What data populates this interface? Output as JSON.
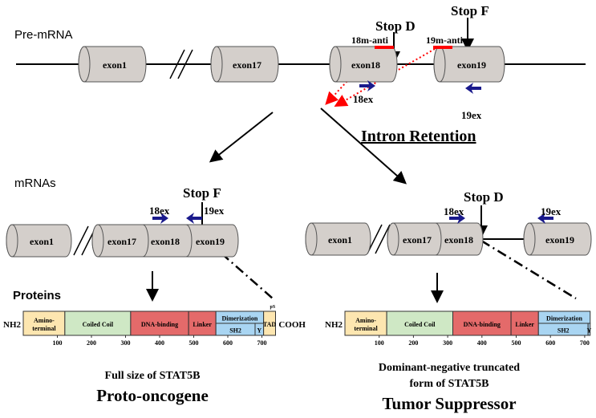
{
  "labels": {
    "pre_mrna": "Pre-mRNA",
    "mrnas": "mRNAs",
    "proteins": "Proteins",
    "intron_retention": "Intron Retention"
  },
  "pre_mrna": {
    "exons": [
      "exon1",
      "exon17",
      "exon18",
      "exon19"
    ],
    "stop_d": "Stop D",
    "stop_f": "Stop F",
    "probe_18": "18m-anti",
    "probe_19": "19m-anti",
    "primer_18": "18ex",
    "primer_19": "19ex"
  },
  "left": {
    "exons": [
      "exon1",
      "exon17",
      "exon18",
      "exon19"
    ],
    "stop": "Stop F",
    "primer_18": "18ex",
    "primer_19": "19ex",
    "caption1": "Full size of STAT5B",
    "caption2": "Proto-oncogene"
  },
  "right": {
    "exons": [
      "exon1",
      "exon17",
      "exon18",
      "exon19"
    ],
    "stop": "Stop D",
    "primer_18": "18ex",
    "primer_19": "19ex",
    "caption1": "Dominant-negative truncated",
    "caption1b": "form of STAT5B",
    "caption2": "Tumor Suppressor"
  },
  "protein": {
    "nh2": "NH2",
    "cooh": "COOH",
    "ps": "pS",
    "domains": {
      "amino": "Amino-|terminal",
      "coiled": "Coiled Coil",
      "dna": "DNA-binding",
      "linker": "Linker",
      "dimer": "Dimerization",
      "sh2": "SH2",
      "y": "Y",
      "tad": "TAD"
    },
    "ticks": [
      "100",
      "200",
      "300",
      "400",
      "500",
      "600",
      "700"
    ]
  },
  "colors": {
    "probe": "#ff0000",
    "primer": "#1a1a8c",
    "amino": "#fde6b0",
    "coiled": "#cfe8c5",
    "dna": "#e46a6a",
    "dimer": "#a9d5f2",
    "cylinder": "#d4cfcb"
  }
}
